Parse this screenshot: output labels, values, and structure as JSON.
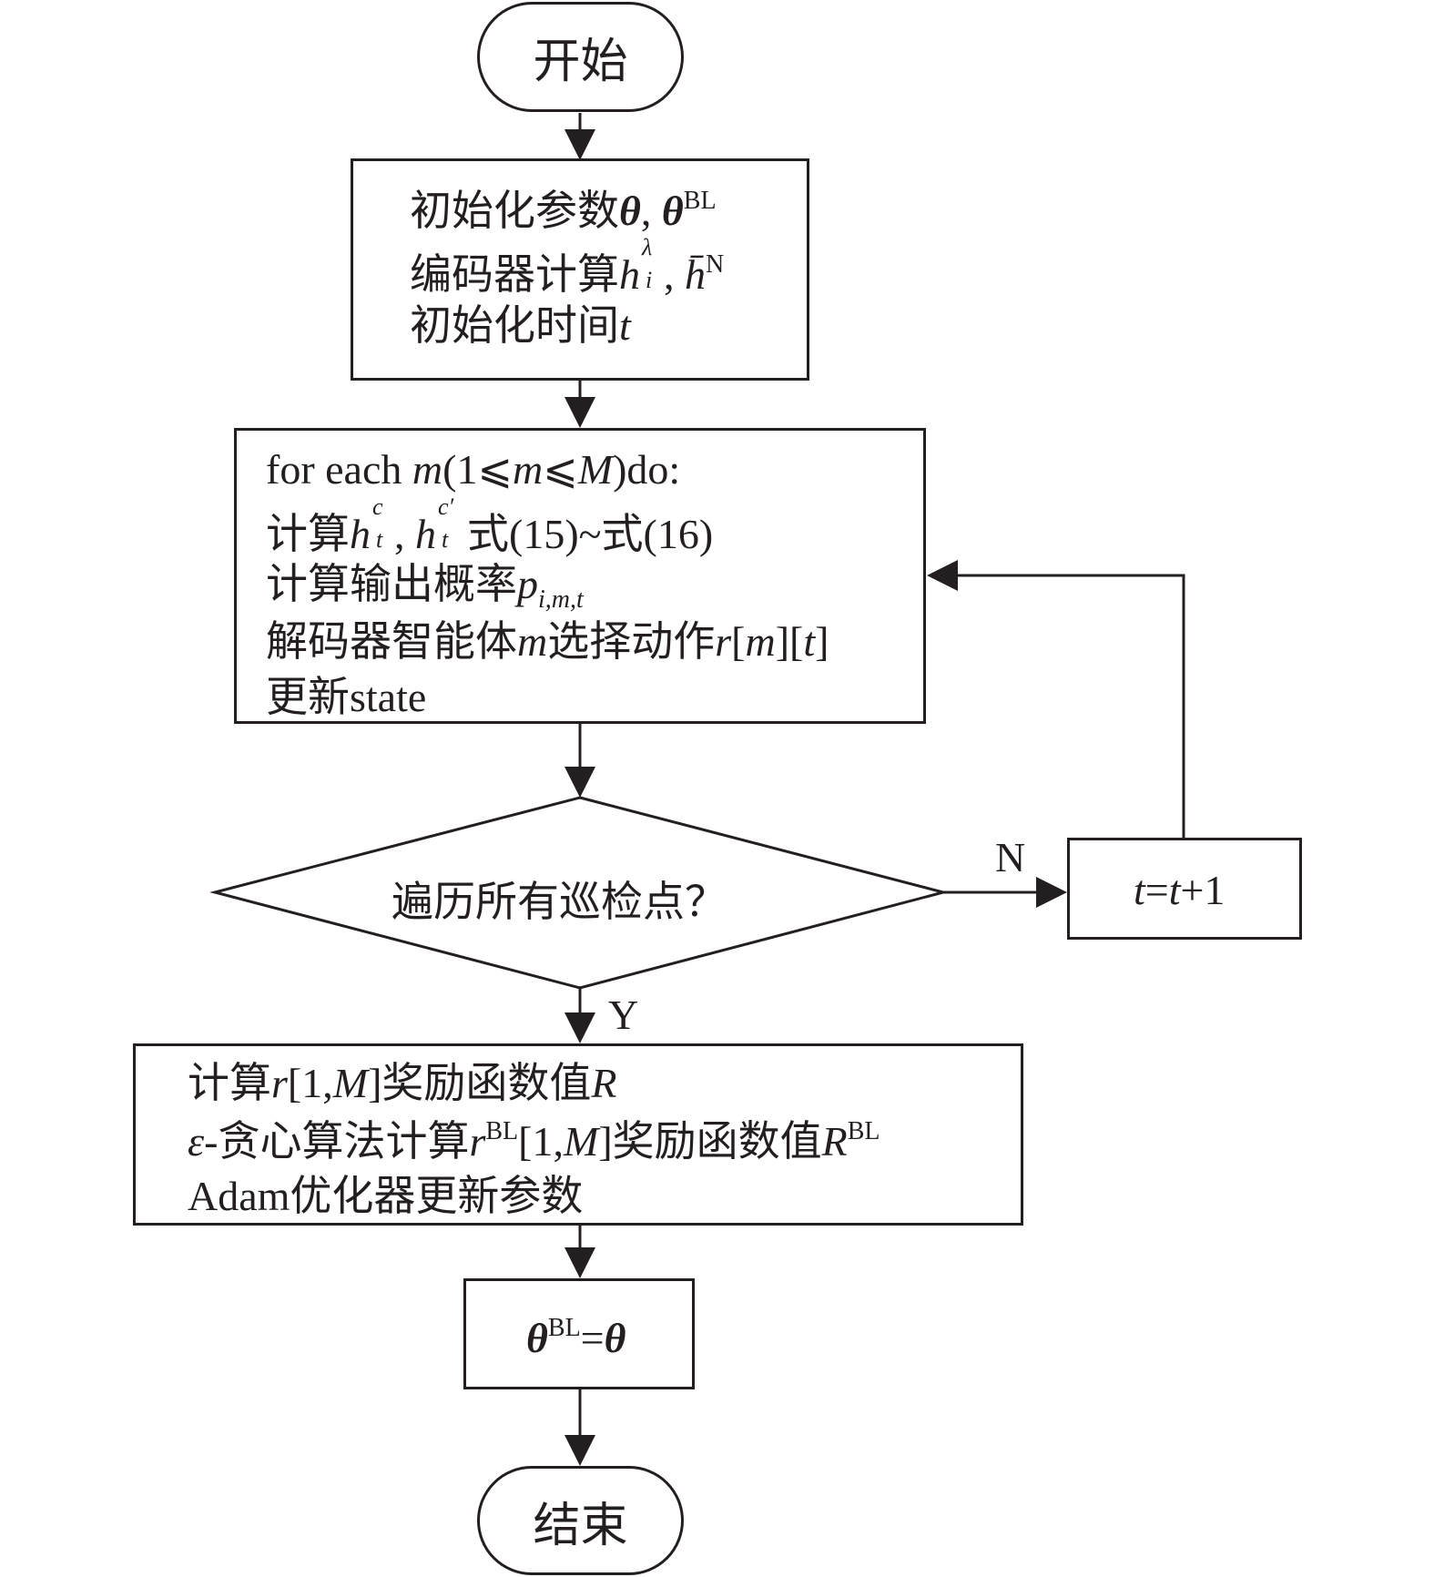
{
  "nodes": {
    "start": "开始",
    "init": {
      "line1_prefix": "初始化参数",
      "line1_theta": "θ",
      "line1_sep": ", ",
      "line1_theta2": "θ",
      "line1_sup": "BL",
      "line2_prefix": "编码器计算",
      "line2_h": "h",
      "line2_h_sup": "λ",
      "line2_h_sub": "i",
      "line2_sep": ", ",
      "line2_hbar": "h̄",
      "line2_hbar_sup": "N",
      "line3_prefix": "初始化时间",
      "line3_t": "t"
    },
    "loop": {
      "line1_a": "for each ",
      "line1_m": "m",
      "line1_b": "(1⩽",
      "line1_m2": "m",
      "line1_c": "⩽",
      "line1_M": "M",
      "line1_d": ")do:",
      "line2_prefix": "计算",
      "line2_h": "h",
      "line2_h_sup": "c",
      "line2_h_sub": "t",
      "line2_sep": ", ",
      "line2_h2": "h",
      "line2_h2_sup": "c′",
      "line2_h2_sub": "t",
      "line2_suffix": "式(15)~式(16)",
      "line3_prefix": "计算输出概率",
      "line3_p": "p",
      "line3_p_sub": "i,m,t",
      "line4_prefix": "解码器智能体",
      "line4_m": "m",
      "line4_mid": "选择动作",
      "line4_r": "r",
      "line4_b1": "[",
      "line4_m2": "m",
      "line4_b2": "][",
      "line4_t": "t",
      "line4_b3": "]",
      "line5_prefix": "更新",
      "line5_state": "state"
    },
    "decision": "遍历所有巡检点？",
    "increment": {
      "t1": "t",
      "eq": "=",
      "t2": "t",
      "plus": "+1"
    },
    "reward": {
      "line1_prefix": "计算",
      "line1_r": "r",
      "line1_b1": "[1,",
      "line1_M": "M",
      "line1_b2": "]奖励函数值",
      "line1_R": "R",
      "line2_eps": "ε",
      "line2_a": "-贪心算法计算",
      "line2_r": "r",
      "line2_r_sup": "BL",
      "line2_b1": "[1,",
      "line2_M": "M",
      "line2_b2": "]奖励函数值",
      "line2_R": "R",
      "line2_R_sup": "BL",
      "line3": "Adam优化器更新参数"
    },
    "assign": {
      "theta": "θ",
      "sup": "BL",
      "eq": "=",
      "theta2": "θ"
    },
    "end": "结束"
  },
  "edges": {
    "no_label": "N",
    "yes_label": "Y"
  }
}
